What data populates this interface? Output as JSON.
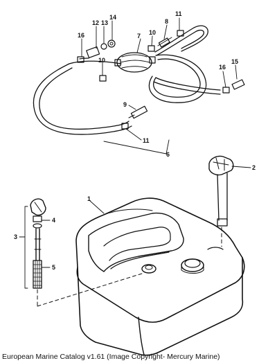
{
  "caption": "European Marine Catalog v1.61 (Image Copyright- Mercury Marine)",
  "callouts": {
    "c1": "1",
    "c2": "2",
    "c3": "3",
    "c4": "4",
    "c5": "5",
    "c6": "6",
    "c7": "7",
    "c8": "8",
    "c9": "9",
    "c10a": "10",
    "c10b": "10",
    "c11a": "11",
    "c11b": "11",
    "c12": "12",
    "c13": "13",
    "c14": "14",
    "c15": "15",
    "c16a": "16",
    "c16b": "16"
  }
}
